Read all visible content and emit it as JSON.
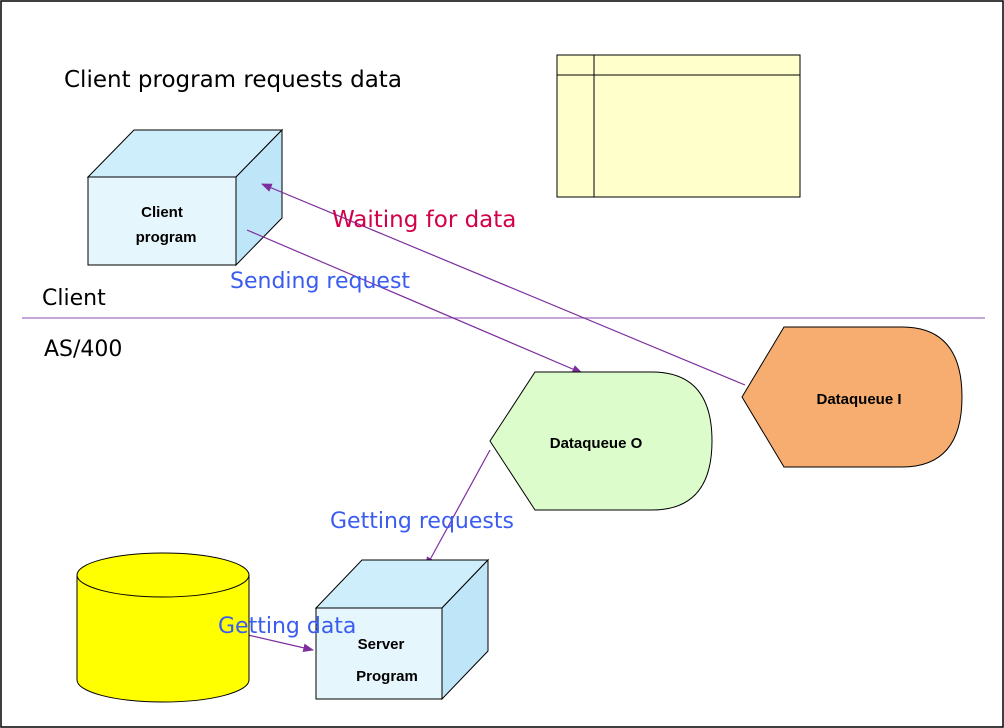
{
  "diagram": {
    "title": "Client program requests data",
    "section_client": "Client",
    "section_as400": "AS/400",
    "nodes": {
      "client_program": {
        "line1": "Client",
        "line2": "program"
      },
      "server_program": {
        "line1": "Server",
        "line2": "Program"
      },
      "dataqueue_o": "Dataqueue O",
      "dataqueue_i": "Dataqueue I",
      "database": ""
    },
    "edges": {
      "waiting": "Waiting for data",
      "sending": "Sending request",
      "getting_requests": "Getting requests",
      "getting_data": "Getting data"
    },
    "colors": {
      "box_face": "#e6f6fd",
      "box_side": "#cfeefb",
      "note_fill": "#ffffcc",
      "dataqueue_o_fill": "#ddfccb",
      "dataqueue_i_fill": "#f6ad6f",
      "database_fill": "#ffff00",
      "arrow": "#7d2e9e",
      "separator": "#a370c2",
      "label_blue": "#3a5cf0",
      "label_red": "#d3004a"
    }
  }
}
